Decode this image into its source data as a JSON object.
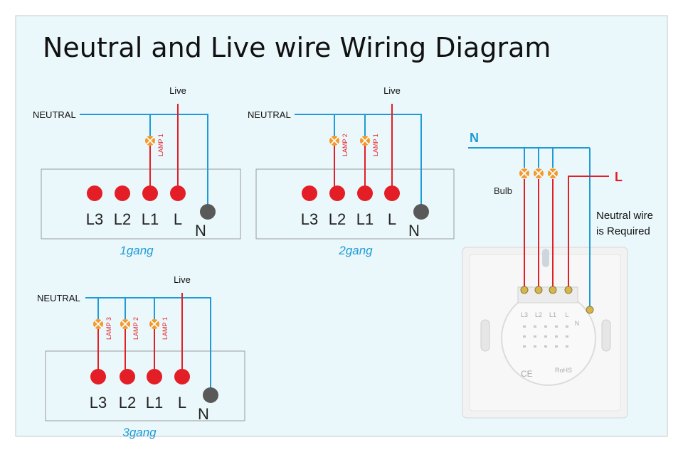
{
  "title": "Neutral and Live wire Wiring Diagram",
  "colors": {
    "background": "#ebf8fb",
    "border": "#c9c9c9",
    "neutral_wire": "#1e9bd7",
    "live_wire": "#e41e26",
    "terminal_live": "#e41e26",
    "terminal_neutral": "#595959",
    "lamp": "#f29a2e",
    "gang_label": "#1e9bd7",
    "panel": "#f4f4f4"
  },
  "diagrams": [
    {
      "id": "1gang",
      "caption": "1gang",
      "neutral_label": "NEUTRAL",
      "live_label": "Live",
      "lamps": [
        "LAMP 1"
      ],
      "terminals": [
        "L3",
        "L2",
        "L1",
        "L"
      ],
      "neutral_terminal": "N",
      "connected": [
        "L1"
      ]
    },
    {
      "id": "2gang",
      "caption": "2gang",
      "neutral_label": "NEUTRAL",
      "live_label": "Live",
      "lamps": [
        "LAMP 2",
        "LAMP 1"
      ],
      "terminals": [
        "L3",
        "L2",
        "L1",
        "L"
      ],
      "neutral_terminal": "N",
      "connected": [
        "L2",
        "L1"
      ]
    },
    {
      "id": "3gang",
      "caption": "3gang",
      "neutral_label": "NEUTRAL",
      "live_label": "Live",
      "lamps": [
        "LAMP 3",
        "LAMP 2",
        "LAMP 1"
      ],
      "terminals": [
        "L3",
        "L2",
        "L1",
        "L"
      ],
      "neutral_terminal": "N",
      "connected": [
        "L3",
        "L2",
        "L1"
      ]
    }
  ],
  "photo": {
    "n_label": "N",
    "l_label": "L",
    "bulb_label": "Bulb",
    "note_line1": "Neutral wire",
    "note_line2": "is Required",
    "module_terminals": [
      "L3",
      "L2",
      "L1",
      "L"
    ],
    "module_n": "N",
    "rohs": "RoHS",
    "ce": "CE"
  }
}
